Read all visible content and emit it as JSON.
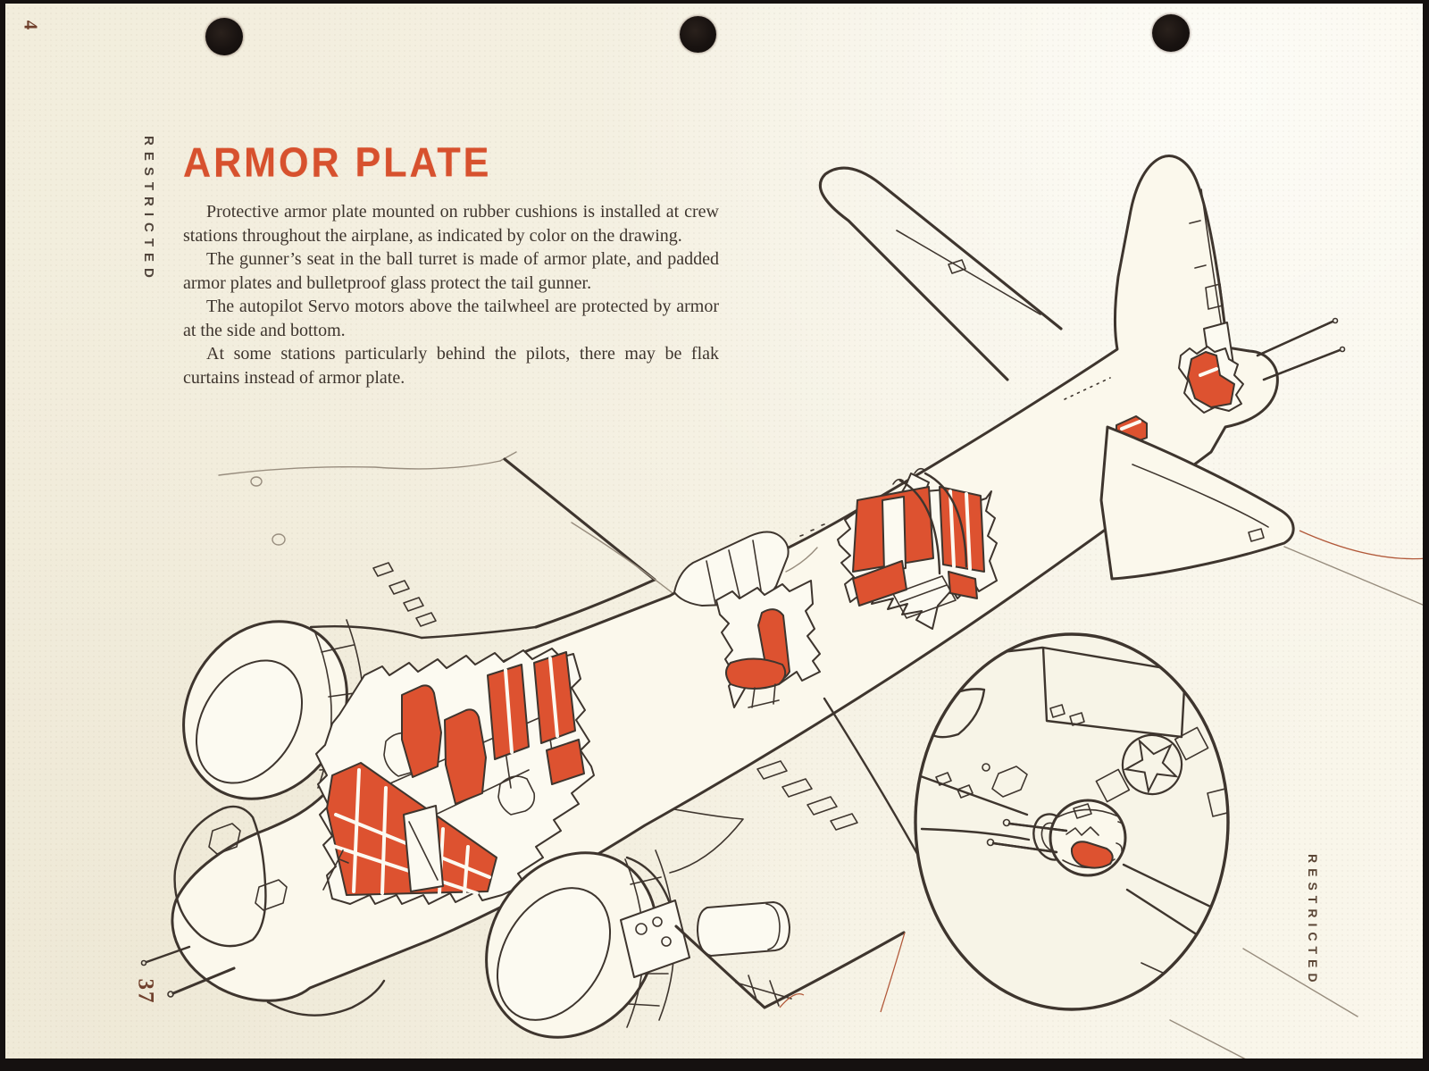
{
  "document": {
    "binder_number": "4",
    "page_number": "37",
    "classification_left": "RESTRICTED",
    "classification_right": "RESTRICTED",
    "title": "ARMOR PLATE",
    "paragraphs": [
      "Protective armor plate mounted on rubber cushions is installed at crew stations throughout the airplane, as indicated by color on the drawing.",
      "The gunner’s seat in the ball turret is made of armor plate, and padded armor plates and bulletproof glass protect the tail gunner.",
      "The autopilot Servo motors above the tailwheel are protected by armor at the side and bottom.",
      "At some stations particularly behind the pilots, there may be flak curtains instead of armor plate."
    ]
  },
  "illustration": {
    "subject": "B-17 bomber cutaway drawing showing armor plate locations highlighted in red",
    "inset_subject": "ball turret armor detail with star insignia",
    "highlight_meaning": "armor plate"
  },
  "colors": {
    "paper": "#f5f1e3",
    "ink": "#3e352e",
    "armor_red": "#dd5230",
    "title_red": "#d7512e",
    "margin_brown": "#70402c",
    "classification_gray": "#51453c",
    "hole_black": "#151110"
  }
}
